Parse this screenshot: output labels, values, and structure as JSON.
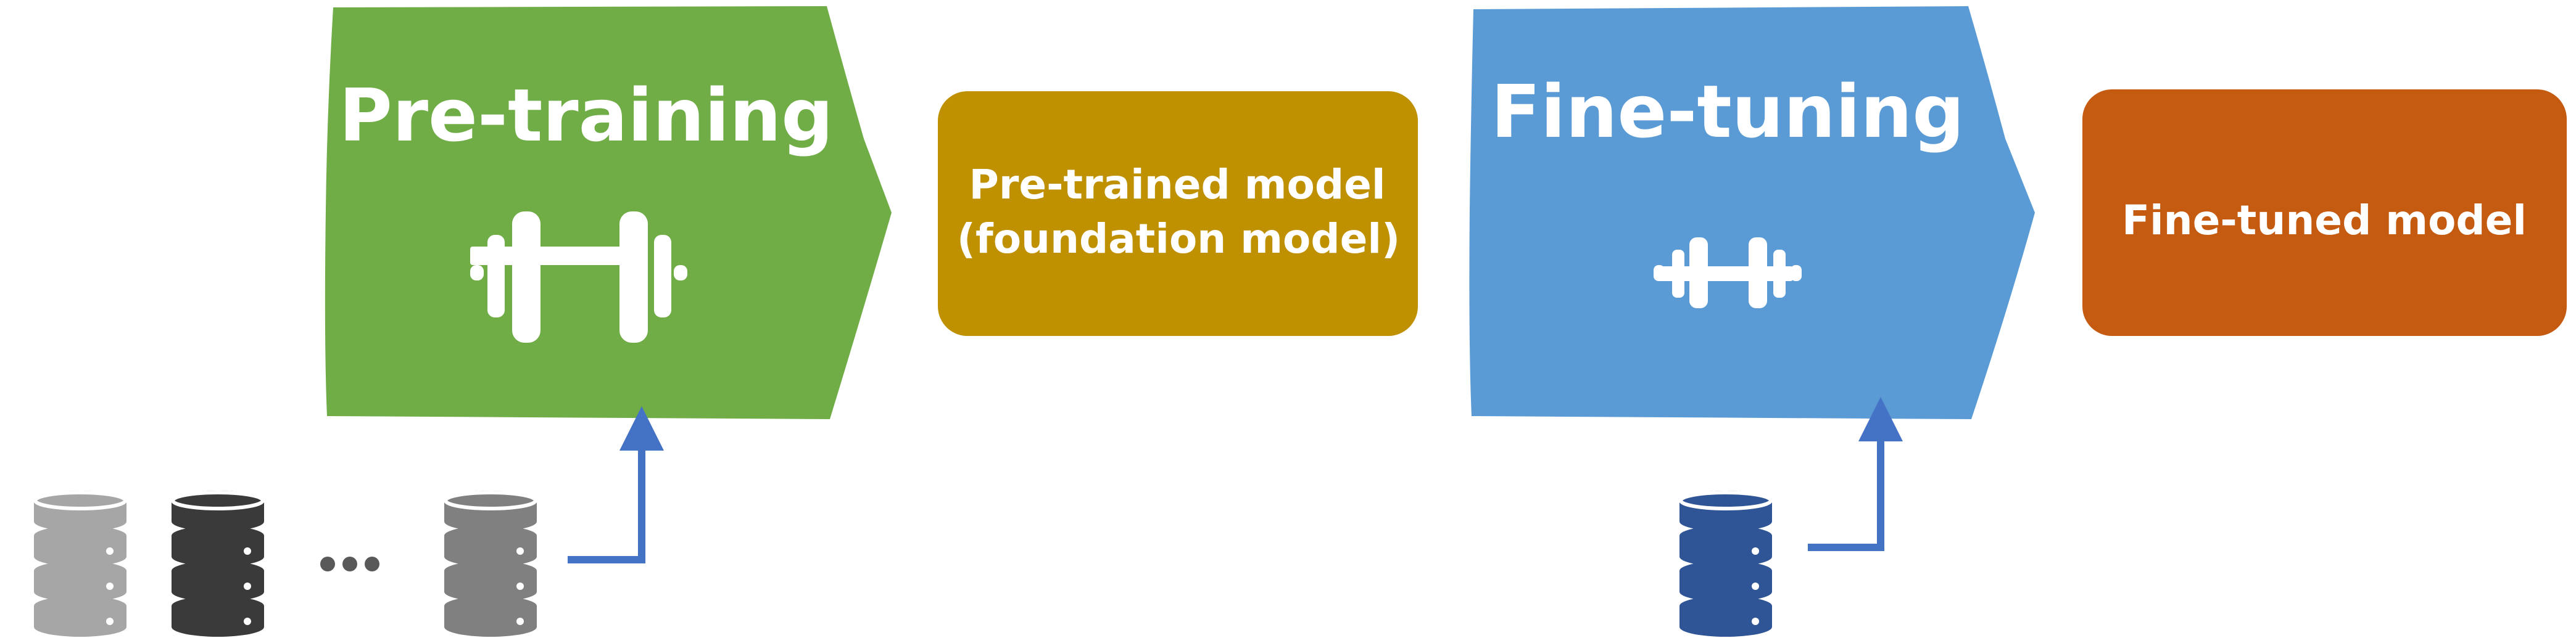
{
  "stages": {
    "pretraining": {
      "title": "Pre-training",
      "color": "#70AD47",
      "icon": "dumbbell-icon"
    },
    "finetuning": {
      "title": "Fine-tuning",
      "color": "#5B9BD5",
      "icon": "dumbbell-icon"
    }
  },
  "models": {
    "pretrained": {
      "line1": "Pre-trained model",
      "line2": "(foundation model)",
      "color": "#BF9000"
    },
    "finetuned": {
      "line1": "Fine-tuned model",
      "color": "#C55A11"
    }
  },
  "datasets": {
    "pretraining_sources": [
      {
        "icon": "database-icon",
        "color": "#A6A6A6"
      },
      {
        "icon": "database-icon",
        "color": "#3A3A3A"
      },
      {
        "icon": "database-icon",
        "color": "#808080"
      }
    ],
    "ellipsis_icon": "ellipsis-icon",
    "ellipsis_color": "#595959",
    "finetuning_source": {
      "icon": "database-icon",
      "color": "#2F5597"
    }
  },
  "connector_color": "#4472C4"
}
